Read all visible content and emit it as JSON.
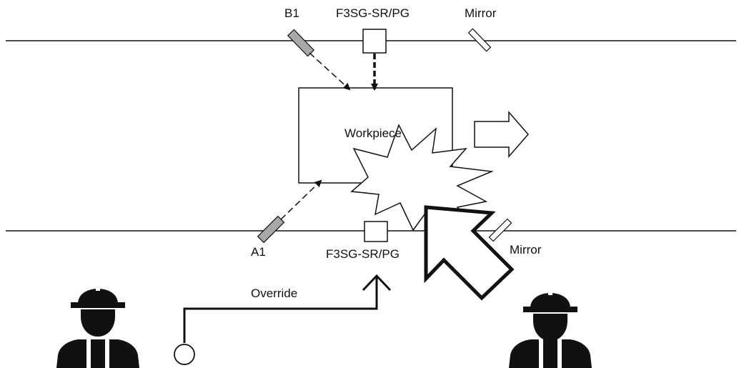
{
  "labels": {
    "b1": "B1",
    "a1": "A1",
    "controller_top": "F3SG-SR/PG",
    "controller_bottom": "F3SG-SR/PG",
    "mirror_top": "Mirror",
    "mirror_bottom": "Mirror",
    "workpiece": "Workpiece",
    "override": "Override"
  },
  "colors": {
    "line": "#111111",
    "sensor_fill": "#a8a8a8",
    "background": "#ffffff"
  },
  "icons": [
    "worker-icon",
    "worker-icon",
    "push-button-icon",
    "movement-arrow-icon",
    "entry-arrow-icon",
    "collision-burst-icon"
  ]
}
